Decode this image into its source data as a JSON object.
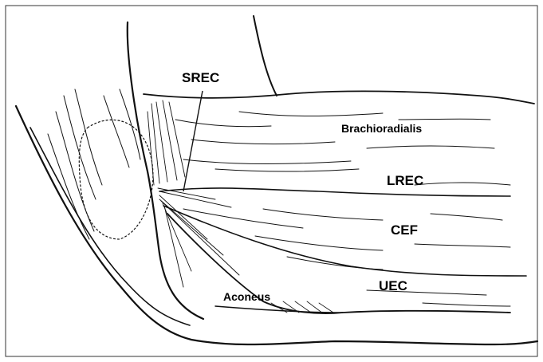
{
  "figure": {
    "labels": {
      "srec": "SREC",
      "brachioradialis": "Brachioradialis",
      "lrec": "LREC",
      "cef": "CEF",
      "uec": "UEC",
      "aconeus": "Aconeus"
    }
  }
}
